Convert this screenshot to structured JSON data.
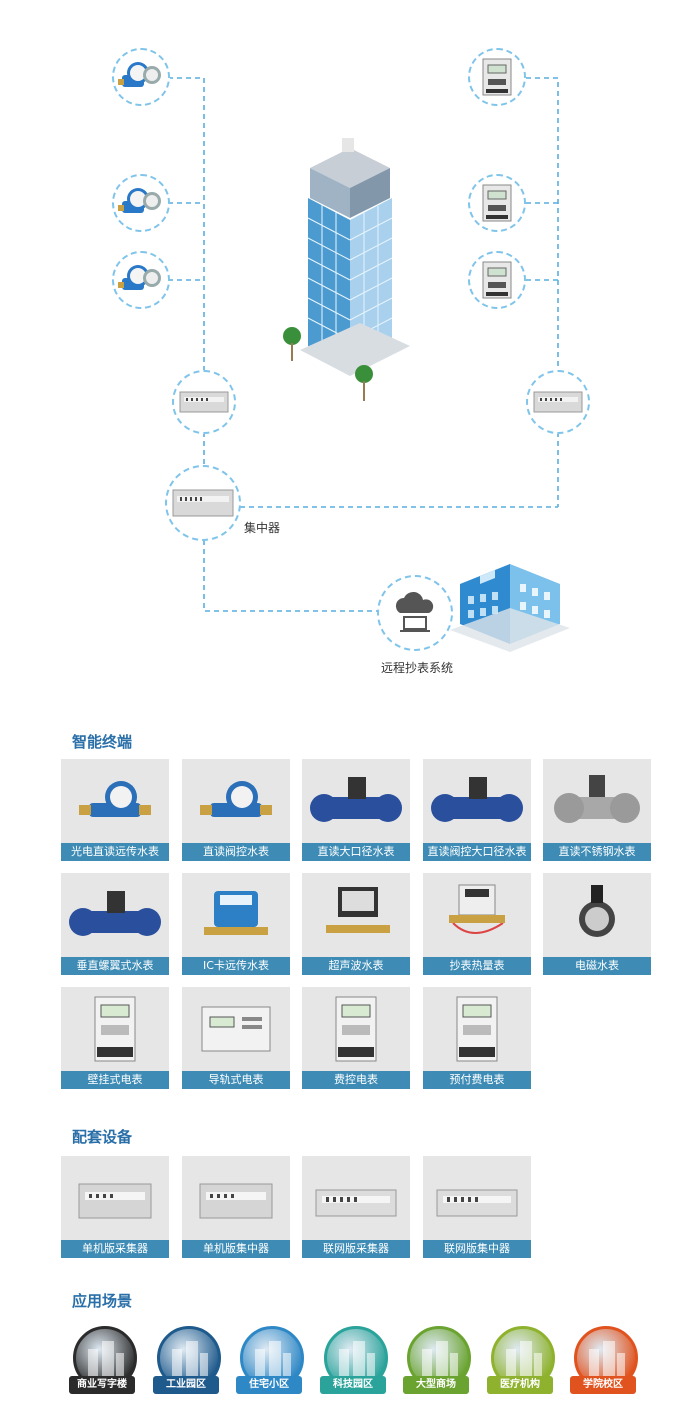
{
  "diagram": {
    "concentrator_label": "集中器",
    "cloud_label": "远程抄表系统"
  },
  "sections": {
    "terminals_title": "智能终端",
    "equipment_title": "配套设备",
    "scenarios_title": "应用场景"
  },
  "terminals": [
    "光电直读远传水表",
    "直读阀控水表",
    "直读大口径水表",
    "直读阀控大口径水表",
    "直读不锈钢水表",
    "垂直螺翼式水表",
    "IC卡远传水表",
    "超声波水表",
    "抄表热量表",
    "电磁水表",
    "壁挂式电表",
    "导轨式电表",
    "费控电表",
    "预付费电表"
  ],
  "equipment": [
    "单机版采集器",
    "单机版集中器",
    "联网版采集器",
    "联网版集中器"
  ],
  "scenarios": [
    {
      "label": "商业写字楼",
      "color": "#2b2b2b"
    },
    {
      "label": "工业园区",
      "color": "#1f5a8c"
    },
    {
      "label": "住宅小区",
      "color": "#2f88c6"
    },
    {
      "label": "科技园区",
      "color": "#2aa39a"
    },
    {
      "label": "大型商场",
      "color": "#6aa32f"
    },
    {
      "label": "医疗机构",
      "color": "#8fb22e"
    },
    {
      "label": "学院校区",
      "color": "#e0531f"
    }
  ],
  "colors": {
    "accent": "#3e8cb6",
    "title": "#2a6fa8",
    "dash": "#5aaee0"
  }
}
